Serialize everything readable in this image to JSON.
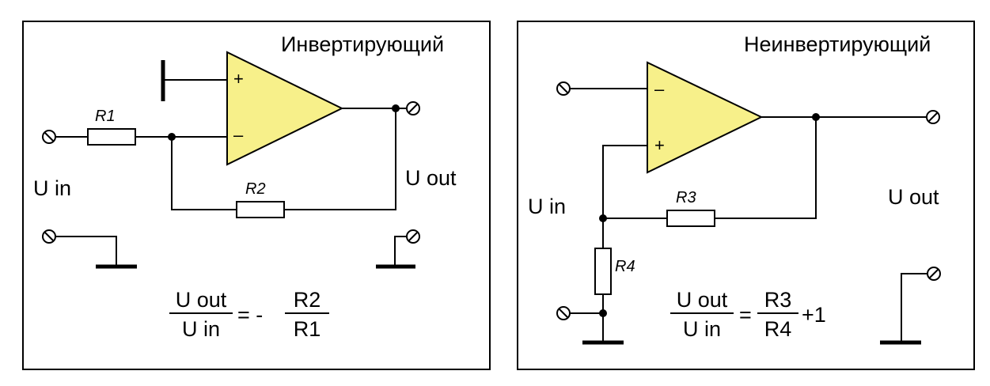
{
  "panels": [
    {
      "title": "Инвертирующий",
      "labels": {
        "r1": "R1",
        "r2": "R2",
        "u_in": "U in",
        "u_out": "U out",
        "plus": "+",
        "minus": "–"
      },
      "formula": {
        "num_left": "U out",
        "den_left": "U in",
        "eq": "= -",
        "num_right": "R2",
        "den_right": "R1"
      }
    },
    {
      "title": "Неинвертирующий",
      "labels": {
        "r3": "R3",
        "r4": "R4",
        "u_in": "U in",
        "u_out": "U out",
        "plus": "+",
        "minus": "–"
      },
      "formula": {
        "num_left": "U out",
        "den_left": "U in",
        "eq": "=",
        "num_right": "R3",
        "den_right": "R4",
        "suffix": "+1"
      }
    }
  ],
  "colors": {
    "opamp_fill": "#f7f08a",
    "line": "#000000",
    "background": "#ffffff"
  },
  "icons": {
    "terminal": "terminal-circle-icon",
    "ground": "ground-icon",
    "junction": "junction-dot-icon"
  }
}
